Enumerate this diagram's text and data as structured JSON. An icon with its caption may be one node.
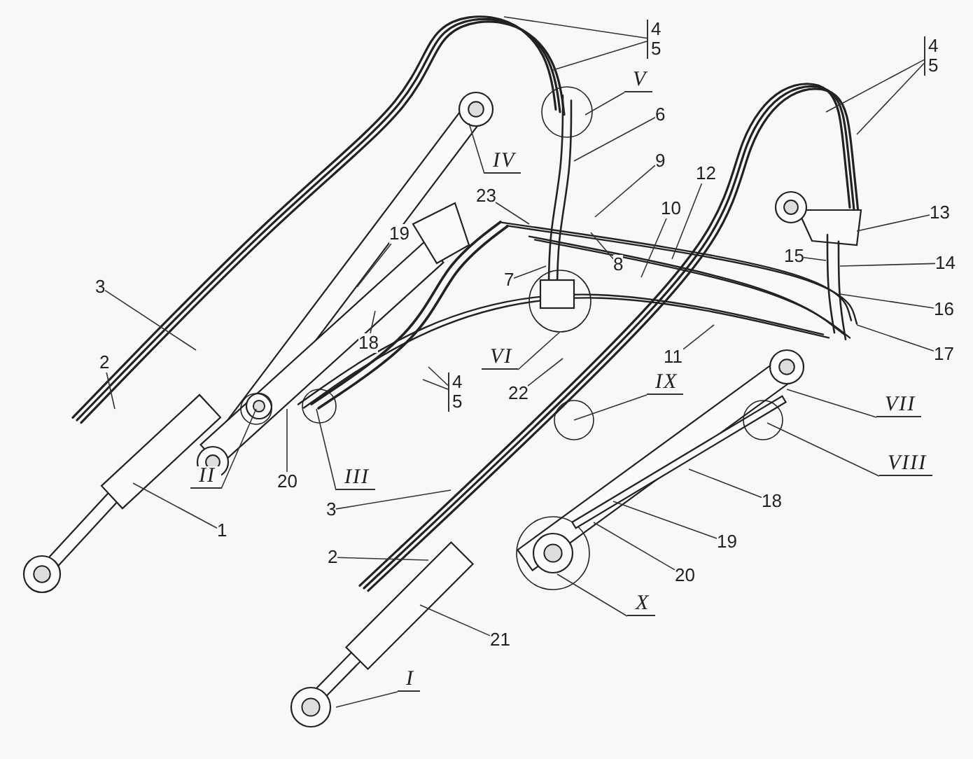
{
  "diagram": {
    "nodes": [
      {
        "text": [
          "4",
          "5"
        ]
      },
      {
        "text": [
          "V"
        ]
      },
      {
        "text": [
          "6"
        ]
      },
      {
        "text": [
          "IV"
        ]
      },
      {
        "text": [
          "9"
        ]
      },
      {
        "text": [
          "12"
        ]
      },
      {
        "text": [
          "10"
        ]
      },
      {
        "text": [
          "23"
        ]
      },
      {
        "text": [
          "8"
        ]
      },
      {
        "text": [
          "7"
        ]
      },
      {
        "text": [
          "19"
        ]
      },
      {
        "text": [
          "3"
        ]
      },
      {
        "text": [
          "2"
        ]
      },
      {
        "text": [
          "18"
        ]
      },
      {
        "text": [
          "4",
          "5"
        ]
      },
      {
        "text": [
          "VI"
        ]
      },
      {
        "text": [
          "22"
        ]
      },
      {
        "text": [
          "11"
        ]
      },
      {
        "text": [
          "4",
          "5"
        ]
      },
      {
        "text": [
          "13"
        ]
      },
      {
        "text": [
          "15"
        ]
      },
      {
        "text": [
          "14"
        ]
      },
      {
        "text": [
          "16"
        ]
      },
      {
        "text": [
          "17"
        ]
      },
      {
        "text": [
          "II"
        ]
      },
      {
        "text": [
          "20"
        ]
      },
      {
        "text": [
          "III"
        ]
      },
      {
        "text": [
          "1"
        ]
      },
      {
        "text": [
          "3"
        ]
      },
      {
        "text": [
          "2"
        ]
      },
      {
        "text": [
          "IX"
        ]
      },
      {
        "text": [
          "VII"
        ]
      },
      {
        "text": [
          "VIII"
        ]
      },
      {
        "text": [
          "18"
        ]
      },
      {
        "text": [
          "19"
        ]
      },
      {
        "text": [
          "20"
        ]
      },
      {
        "text": [
          "X"
        ]
      },
      {
        "text": [
          "21"
        ]
      },
      {
        "text": [
          "I"
        ]
      }
    ],
    "edges": [
      {
        "from": 0,
        "to": null,
        "arrow": "none"
      },
      {
        "from": 0,
        "to": null,
        "arrow": "none"
      },
      {
        "from": 1,
        "to": null,
        "arrow": "none"
      },
      {
        "from": 2,
        "to": null,
        "arrow": "none"
      },
      {
        "from": 3,
        "to": null,
        "arrow": "none"
      },
      {
        "from": 4,
        "to": null,
        "arrow": "none"
      },
      {
        "from": 5,
        "to": null,
        "arrow": "none"
      },
      {
        "from": 6,
        "to": null,
        "arrow": "none"
      },
      {
        "from": 7,
        "to": null,
        "arrow": "none"
      },
      {
        "from": 8,
        "to": null,
        "arrow": "none"
      },
      {
        "from": 9,
        "to": null,
        "arrow": "none"
      },
      {
        "from": 10,
        "to": null,
        "arrow": "none"
      },
      {
        "from": 11,
        "to": null,
        "arrow": "none"
      },
      {
        "from": 12,
        "to": null,
        "arrow": "none"
      },
      {
        "from": 13,
        "to": null,
        "arrow": "none"
      },
      {
        "from": 14,
        "to": null,
        "arrow": "none"
      },
      {
        "from": 14,
        "to": null,
        "arrow": "none"
      },
      {
        "from": 15,
        "to": null,
        "arrow": "none"
      },
      {
        "from": 16,
        "to": null,
        "arrow": "none"
      },
      {
        "from": 17,
        "to": null,
        "arrow": "none"
      },
      {
        "from": 18,
        "to": null,
        "arrow": "none"
      },
      {
        "from": 18,
        "to": null,
        "arrow": "none"
      },
      {
        "from": 19,
        "to": null,
        "arrow": "none"
      },
      {
        "from": 20,
        "to": null,
        "arrow": "none"
      },
      {
        "from": 21,
        "to": null,
        "arrow": "none"
      },
      {
        "from": 22,
        "to": null,
        "arrow": "none"
      },
      {
        "from": 23,
        "to": null,
        "arrow": "none"
      },
      {
        "from": 24,
        "to": null,
        "arrow": "none"
      },
      {
        "from": 25,
        "to": null,
        "arrow": "none"
      },
      {
        "from": 26,
        "to": null,
        "arrow": "none"
      },
      {
        "from": 27,
        "to": null,
        "arrow": "none"
      },
      {
        "from": 28,
        "to": null,
        "arrow": "none"
      },
      {
        "from": 29,
        "to": null,
        "arrow": "none"
      },
      {
        "from": 30,
        "to": null,
        "arrow": "none"
      },
      {
        "from": 31,
        "to": null,
        "arrow": "none"
      },
      {
        "from": 32,
        "to": null,
        "arrow": "none"
      },
      {
        "from": 33,
        "to": null,
        "arrow": "none"
      },
      {
        "from": 34,
        "to": null,
        "arrow": "none"
      },
      {
        "from": 35,
        "to": null,
        "arrow": "none"
      },
      {
        "from": 36,
        "to": null,
        "arrow": "none"
      },
      {
        "from": 37,
        "to": null,
        "arrow": "none"
      },
      {
        "from": 38,
        "to": null,
        "arrow": "none"
      }
    ]
  }
}
